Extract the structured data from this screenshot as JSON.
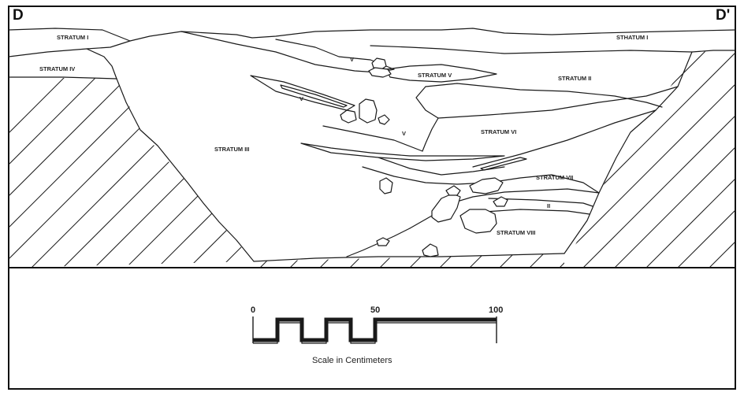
{
  "profile": {
    "left_corner": "D",
    "right_corner": "D'"
  },
  "strata": {
    "stratum_i_left": "STRATUM I",
    "stratum_i_right": "STHATUM I",
    "stratum_iv": "STRATUM IV",
    "stratum_ii": "STRATUM II",
    "stratum_ii_small": "II",
    "stratum_iii": "STRATUM III",
    "stratum_v": "STRATUM V",
    "stratum_v_small_1": "V",
    "stratum_v_small_2": "V",
    "stratum_v_small_3": "V",
    "stratum_vi": "STRATUM VI",
    "stratum_vii": "STRATUM VII",
    "stratum_viii": "STRATUM VIII"
  },
  "scale": {
    "tick_0": "0",
    "tick_50": "50",
    "tick_100": "100",
    "caption": "Scale in Centimeters"
  }
}
